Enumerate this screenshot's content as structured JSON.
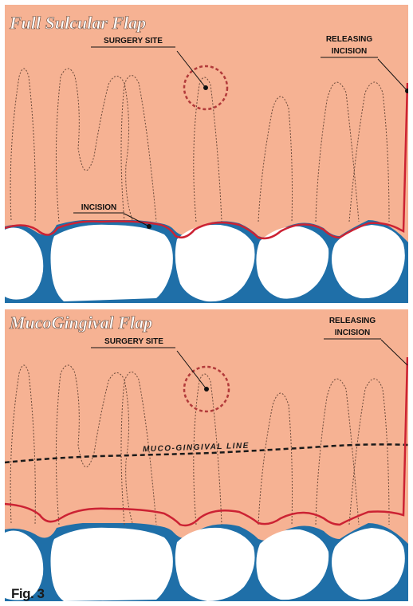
{
  "top_panel": {
    "title": "Full Sulcular Flap",
    "label_surgery_site": "SURGERY SITE",
    "label_releasing_line1": "RELEASING",
    "label_releasing_line2": "INCISION",
    "label_incision": "INCISION"
  },
  "bottom_panel": {
    "title": "MucoGingival Flap",
    "label_surgery_site": "SURGERY SITE",
    "label_releasing_line1": "RELEASING",
    "label_releasing_line2": "INCISION",
    "label_mucogingival_line": "MUCO-GINGIVAL LINE"
  },
  "figure_label": "Fig. 3",
  "colors": {
    "gum": "#f6b293",
    "blue": "#1f6fa8",
    "tooth": "#ffffff",
    "incision": "#cc2233",
    "root_outline": "#6b4a3a",
    "site_circle": "#b23a3a"
  }
}
